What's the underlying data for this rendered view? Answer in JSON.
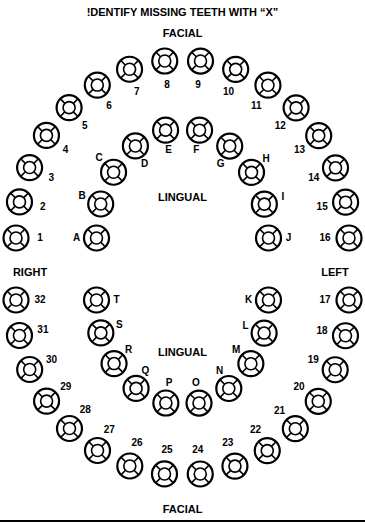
{
  "diagram": {
    "title": "!DENTIFY MISSING TEETH WITH “X”",
    "labels": [
      "FACIAL",
      "1",
      "2",
      "3",
      "4",
      "5",
      "6",
      "7",
      "8",
      "9",
      "10",
      "11",
      "12",
      "13",
      "14",
      "15",
      "16",
      "A",
      "B",
      "C",
      "D",
      "E",
      "F",
      "G",
      "H",
      "I",
      "J",
      "LINGUAL",
      "RIGHT",
      "LEFT",
      "K",
      "L",
      "M",
      "N",
      "O",
      "P",
      "Q",
      "R",
      "S",
      "T",
      "LINGUAL",
      "17",
      "18",
      "19",
      "20",
      "21",
      "22",
      "23",
      "24",
      "25",
      "26",
      "27",
      "28",
      "29",
      "30",
      "31",
      "32",
      "FACIAL"
    ]
  }
}
